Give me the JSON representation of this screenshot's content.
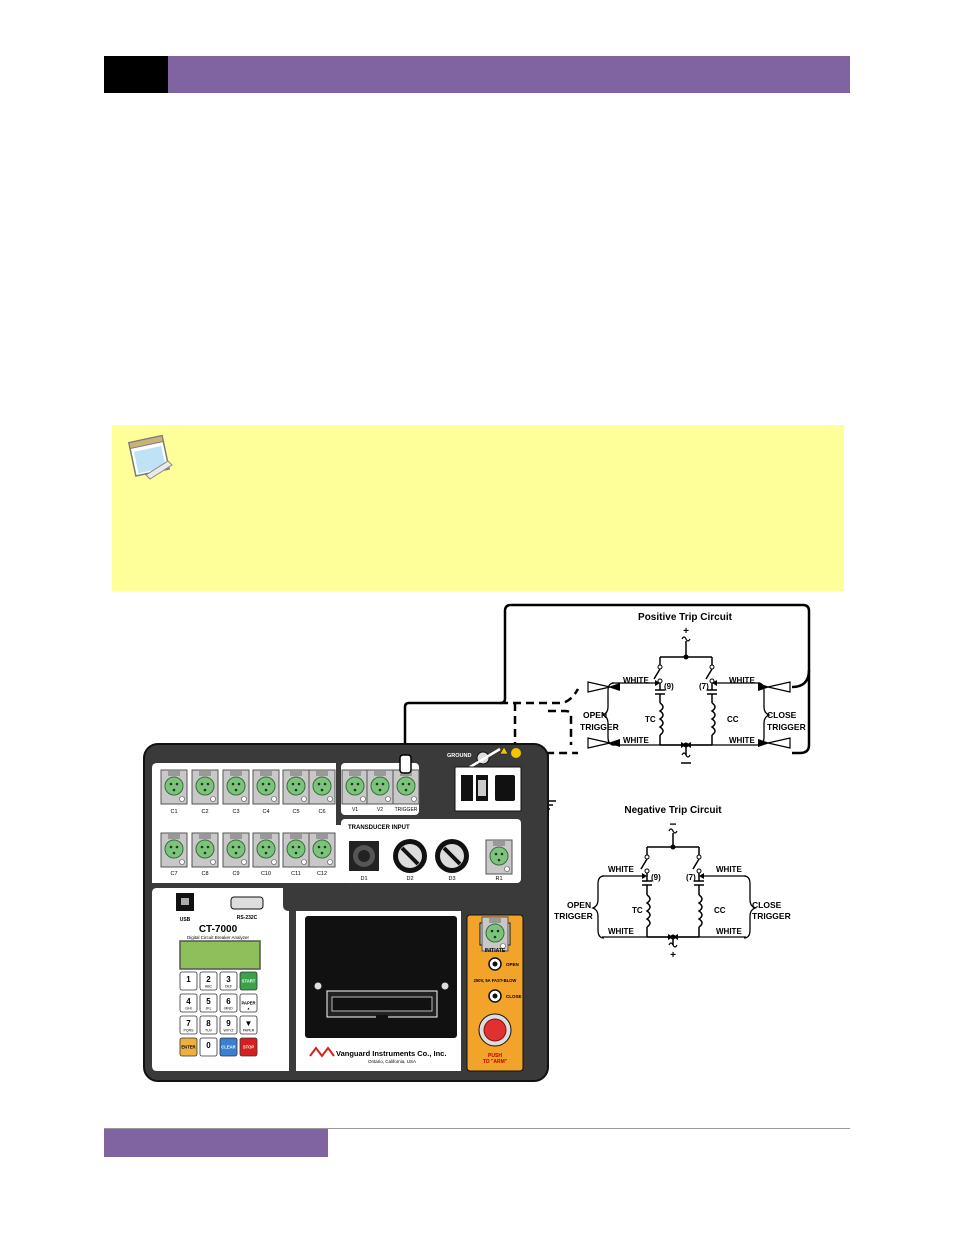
{
  "colors": {
    "header_black": "#000000",
    "header_purple": "#8064a2",
    "note_background": "#ffff99",
    "panel_dark": "#3a3a3a",
    "connector_green": "#7cc47c",
    "start_key": "#3aa34a",
    "stop_key": "#d62020",
    "clear_key": "#3a7fd0",
    "enter_key": "#f0b040",
    "initiate_panel": "#f2a32a"
  },
  "diagram": {
    "positive_trip_circuit": {
      "title": "Positive Trip Circuit",
      "plus": "+",
      "contact_left": "(9)",
      "contact_right": "(7)",
      "coil_left": "TC",
      "coil_right": "CC",
      "white_labels": [
        "WHITE",
        "WHITE",
        "WHITE",
        "WHITE"
      ],
      "open_trigger": [
        "OPEN",
        "TRIGGER"
      ],
      "close_trigger": [
        "CLOSE",
        "TRIGGER"
      ]
    },
    "negative_trip_circuit": {
      "title": "Negative Trip Circuit",
      "minus": "−",
      "plus": "+",
      "contact_left": "(9)",
      "contact_right": "(7)",
      "coil_left": "TC",
      "coil_right": "CC",
      "white_labels": [
        "WHITE",
        "WHITE",
        "WHITE",
        "WHITE"
      ],
      "open_trigger": [
        "OPEN",
        "TRIGGER"
      ],
      "close_trigger": [
        "CLOSE",
        "TRIGGER"
      ]
    },
    "instrument": {
      "ground_label": "GROUND",
      "contact_top": [
        "C1",
        "C2",
        "C3",
        "C4",
        "C5",
        "C6"
      ],
      "contact_bottom": [
        "C7",
        "C8",
        "C9",
        "C10",
        "C11",
        "C12"
      ],
      "voltage_inputs": [
        "V1",
        "V2",
        "TRIGGER"
      ],
      "transducer_title": "TRANSDUCER INPUT",
      "transducer_ports": [
        "D1",
        "D2",
        "D3",
        "R1"
      ],
      "usb_label": "USB",
      "rs232_label": "RS-232C",
      "model": "CT-7000",
      "model_sub": "Digital Circuit Breaker Analyzer",
      "keys": [
        {
          "main": "1",
          "sub": ""
        },
        {
          "main": "2",
          "sub": "ABC"
        },
        {
          "main": "3",
          "sub": "DEF"
        },
        {
          "main": "START",
          "sub": ""
        },
        {
          "main": "4",
          "sub": "GHI"
        },
        {
          "main": "5",
          "sub": "JKL"
        },
        {
          "main": "6",
          "sub": "MNO"
        },
        {
          "main": "PAPER",
          "sub": "▲"
        },
        {
          "main": "7",
          "sub": "PQRS"
        },
        {
          "main": "8",
          "sub": "TUV"
        },
        {
          "main": "9",
          "sub": "WXYZ"
        },
        {
          "main": "▼",
          "sub": "PAPER"
        },
        {
          "main": "ENTER",
          "sub": ""
        },
        {
          "main": "0",
          "sub": ""
        },
        {
          "main": "CLEAR",
          "sub": ""
        },
        {
          "main": "STOP",
          "sub": ""
        }
      ],
      "initiate_label": "INITIATE",
      "open_label": "OPEN",
      "fuse_label": "250V, 5A FAST-BLOW",
      "close_label": "CLOSE",
      "push_label": "PUSH",
      "arm_label": "TO \"ARM\"",
      "company": "Vanguard Instruments Co., Inc.",
      "company_location": "Ontario, California, USA"
    }
  }
}
